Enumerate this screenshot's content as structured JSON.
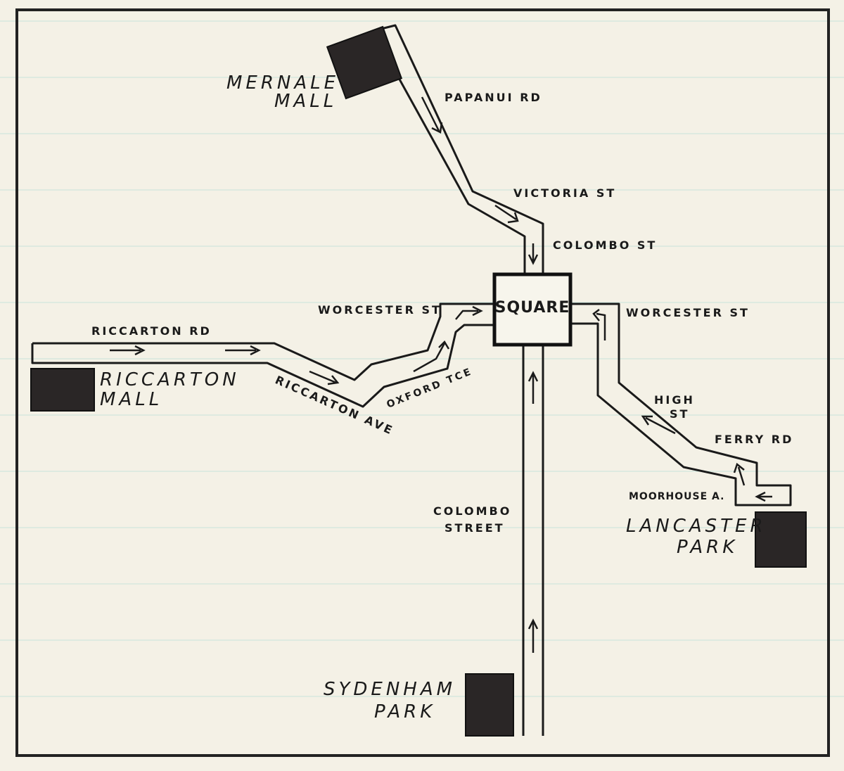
{
  "map": {
    "center_label": "SQUARE",
    "destinations": {
      "mernale": [
        "MERNALE",
        "MALL"
      ],
      "riccarton_mall": [
        "RICCARTON",
        "MALL"
      ],
      "lancaster": [
        "LANCASTER",
        "PARK"
      ],
      "sydenham": [
        "SYDENHAM",
        "PARK"
      ]
    },
    "streets": {
      "papanui": "PAPANUI RD",
      "victoria": "VICTORIA ST",
      "colombo_north": "COLOMBO ST",
      "worcester_west": "WORCESTER ST",
      "worcester_east": "WORCESTER ST",
      "riccarton_rd": "RICCARTON RD",
      "riccarton_ave": "RICCARTON AVE",
      "oxford": "OXFORD TCE",
      "high": [
        "HIGH",
        "ST"
      ],
      "ferry": "FERRY RD",
      "moorhouse": "MOORHOUSE A.",
      "colombo_south": [
        "COLOMBO",
        "STREET"
      ]
    }
  }
}
